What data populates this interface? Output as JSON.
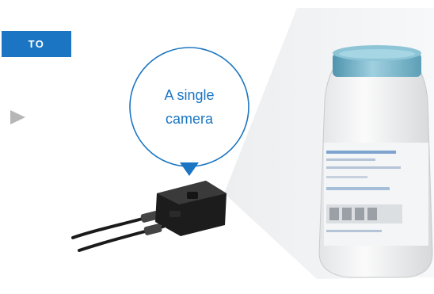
{
  "badge": {
    "label": "TO"
  },
  "bubble": {
    "line1": "A single",
    "line2": "camera"
  },
  "colors": {
    "accent": "#1b75c2",
    "arrow": "#b6b6b6"
  },
  "icons": {
    "play": "play-arrow-icon"
  }
}
